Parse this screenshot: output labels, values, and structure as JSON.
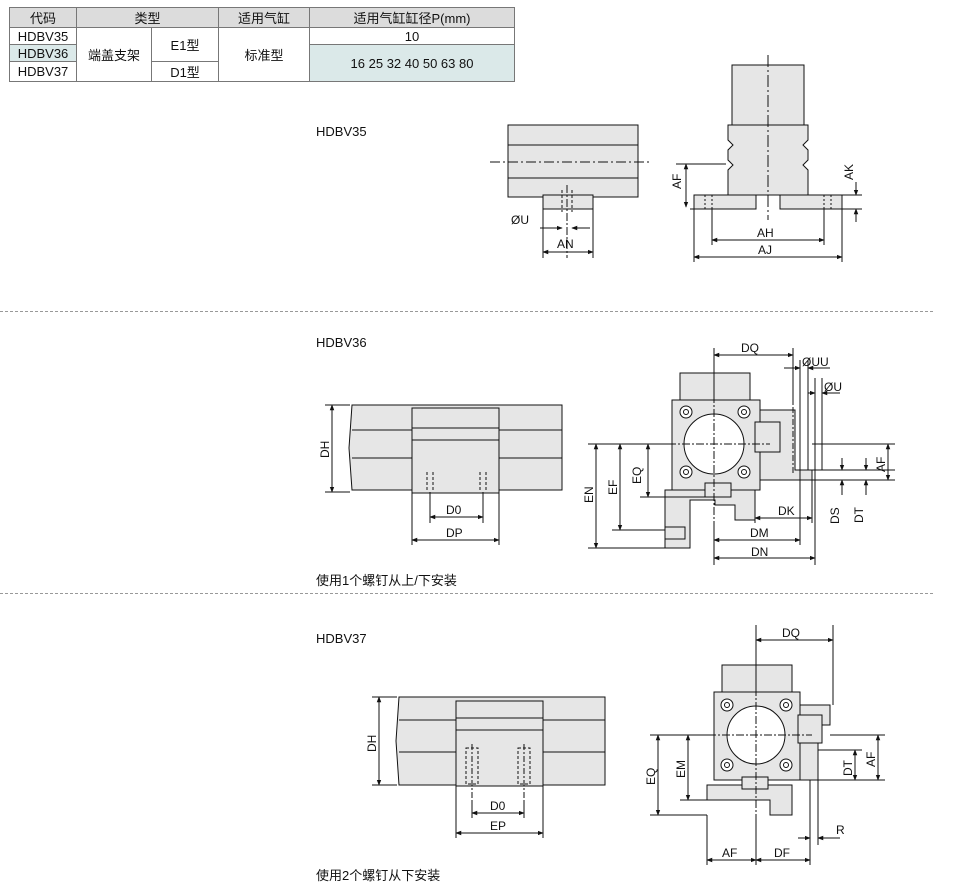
{
  "table": {
    "headers": [
      "代码",
      "类型",
      "适用气缸",
      "适用气缸缸径P(mm)"
    ],
    "codes": [
      "HDBV35",
      "HDBV36",
      "HDBV37"
    ],
    "type_name": "端盖支架",
    "e1": "E1型",
    "d1": "D1型",
    "cylinder": "标准型",
    "bore_single": "10",
    "bore_list": "16  25  32  40  50  63  80"
  },
  "sections": {
    "hdbv35": {
      "title": "HDBV35"
    },
    "hdbv36": {
      "title": "HDBV36",
      "note": "使用1个螺钉从上/下安装"
    },
    "hdbv37": {
      "title": "HDBV37",
      "note": "使用2个螺钉从下安装"
    }
  },
  "dims": {
    "u": "ØU",
    "an": "AN",
    "af": "AF",
    "ak": "AK",
    "ah": "AH",
    "aj": "AJ",
    "dq": "DQ",
    "uu": "ØUU",
    "dh": "DH",
    "d0": "D0",
    "dp": "DP",
    "en": "EN",
    "ef": "EF",
    "eq": "EQ",
    "dk": "DK",
    "dm": "DM",
    "dn": "DN",
    "ds": "DS",
    "dt": "DT",
    "em": "EM",
    "ep": "EP",
    "df": "DF",
    "r": "R"
  },
  "colors": {
    "fill": "#e6e6e6",
    "line": "#111111",
    "highlight": "#dbe9e9"
  }
}
